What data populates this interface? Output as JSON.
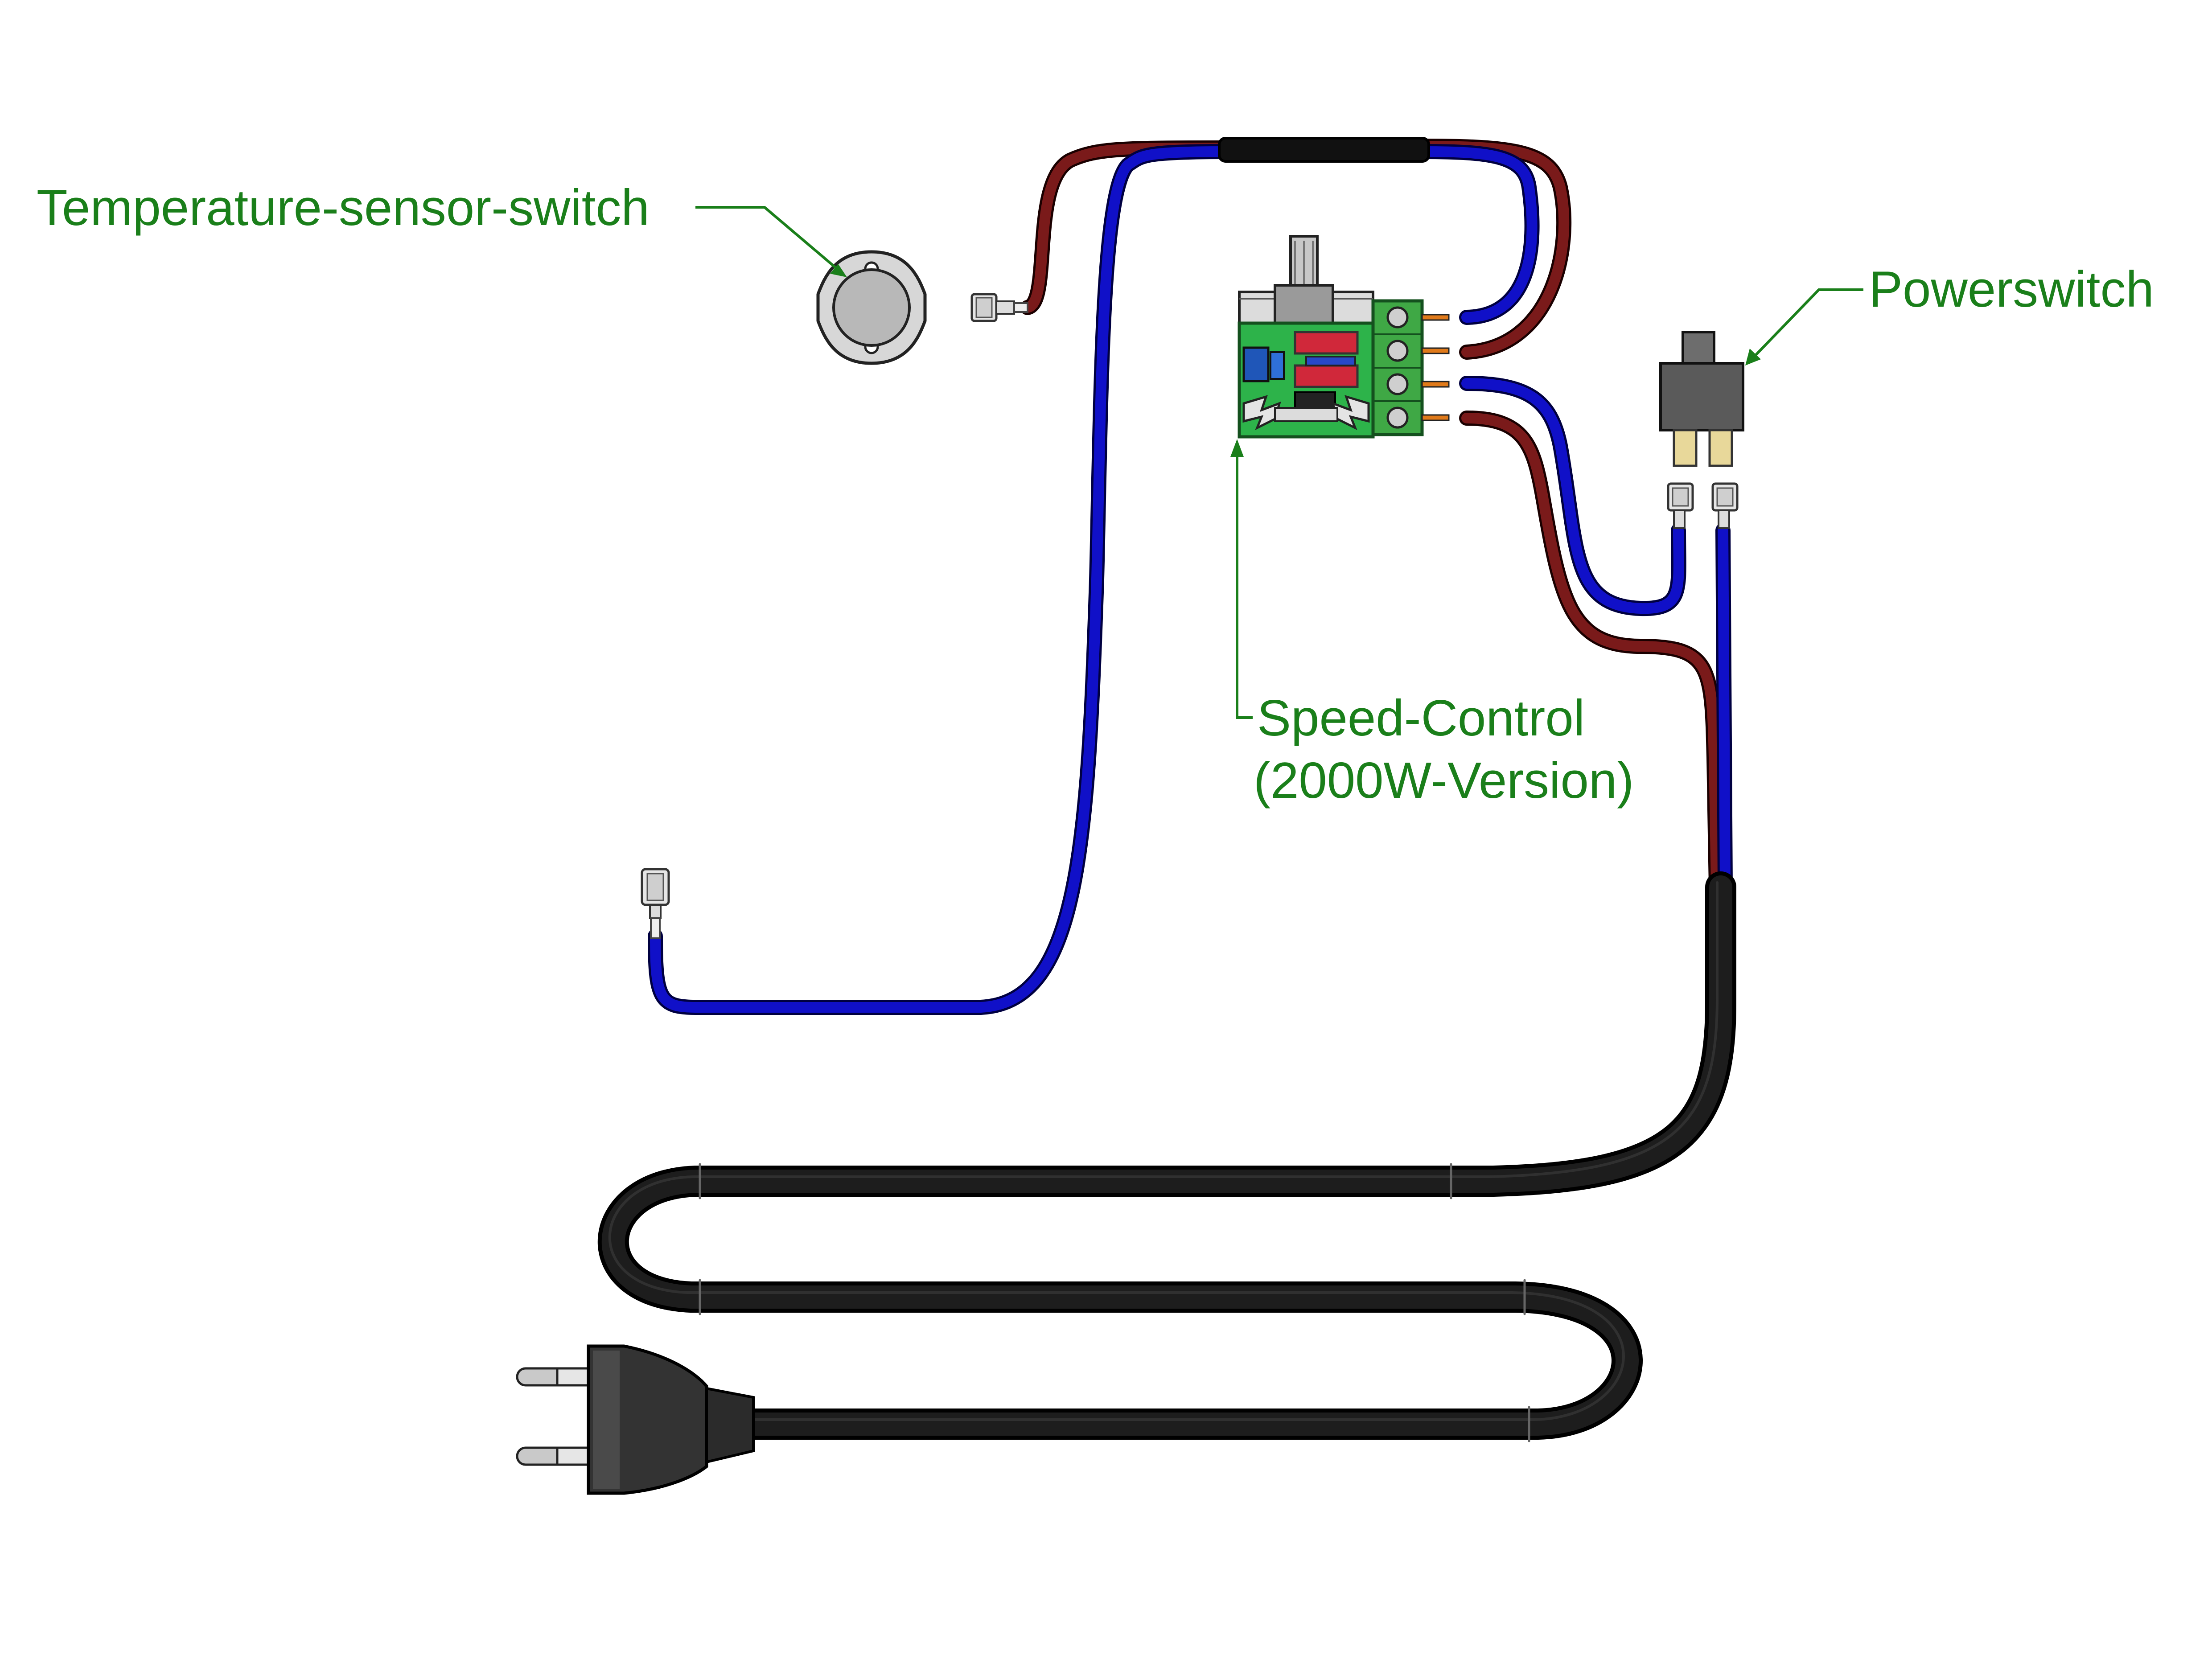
{
  "labels": {
    "temperature_sensor": "Temperature-sensor-switch",
    "powerswitch": "Powerswitch",
    "speed_control_line1": "Speed-Control",
    "speed_control_line2": "(2000W-Version)"
  },
  "colors": {
    "label_text": "#1a7f1a",
    "wire_red": "#7a1a1a",
    "wire_blue": "#1010c8",
    "cable_black": "#111111",
    "pcb_green": "#2db34a",
    "terminal_green": "#3fa845",
    "spade_gold": "#e8d89a"
  },
  "icons": {
    "temperature_sensor": "bimetal-thermostat-icon",
    "powerswitch": "rocker-switch-icon",
    "speed_control": "pwm-board-icon",
    "plug": "mains-plug-icon"
  }
}
